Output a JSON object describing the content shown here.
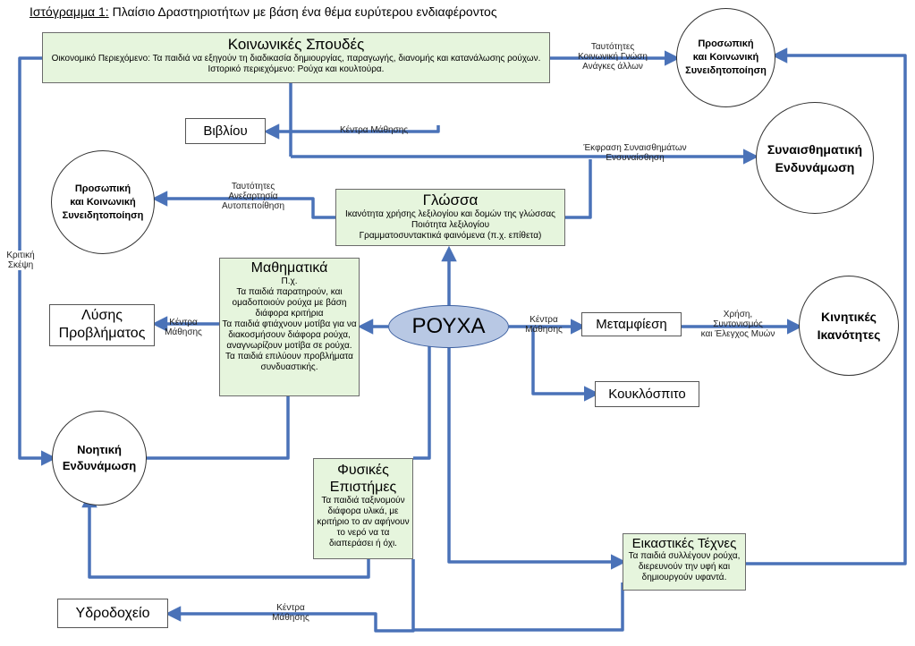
{
  "title": {
    "prefix": "Ιστόγραμμα 1:",
    "text": " Πλαίσιο Δραστηριοτήτων με βάση ένα θέμα ευρύτερου ενδιαφέροντος"
  },
  "colors": {
    "wire": "#4a72b8",
    "green_box": "#e6f5dd",
    "center": "#b8c8e4"
  },
  "center": "ΡΟΥΧΑ",
  "nodes": {
    "social": {
      "title": "Κοινωνικές Σπουδές",
      "line1": "Οικονομικό Περιεχόμενο: Τα παιδιά να εξηγούν τη διαδικασία δημιουργίας, παραγωγής, διανομής και κατανάλωσης ρούχων.",
      "line2": "Ιστορικό περιεχόμενο: Ρούχα και κουλτούρα."
    },
    "language": {
      "title": "Γλώσσα",
      "line1": "Ικανότητα χρήσης λεξιλογίου και δομών της γλώσσας",
      "line2": "Ποιότητα λεξιλογίου",
      "line3": "Γραμματοσυντακτικά φαινόμενα (π.χ. επίθετα)"
    },
    "math": {
      "title": "Μαθηματικά",
      "line1": "Π.χ.",
      "line2": "Τα παιδιά παρατηρούν, και ομαδοποιούν ρούχα με βάση διάφορα κριτήρια",
      "line3": "Τα παιδιά φτιάχνουν μοτίβα για να διακοσμήσουν διάφορα ρούχα, αναγνωρίζουν μοτίβα σε ρούχα.",
      "line4": "Τα παιδιά επιλύουν προβλήματα συνδυαστικής."
    },
    "science": {
      "title1": "Φυσικές",
      "title2": "Επιστήμες",
      "line1": "Τα παιδιά ταξινομούν διάφορα υλικά, με κριτήριο το αν αφήνουν το νερό να τα διαπεράσει ή όχι."
    },
    "arts": {
      "title": "Εικαστικές Τέχνες",
      "line1": "Τα παιδιά συλλέγουν ρούχα, διερευνούν την υφή και δημιουργούν υφαντά."
    },
    "book": "Βιβλίου",
    "problem_line1": "Λύσης",
    "problem_line2": "Προβλήματος",
    "costume": "Μεταμφίεση",
    "puppet": "Κουκλόσπιτο",
    "water": "Υδροδοχείο"
  },
  "circles": {
    "personal_awareness": {
      "line1": "Προσωπική",
      "line2": "και Κοινωνική",
      "line3": "Συνειδητοποίηση"
    },
    "emotional": {
      "line1": "Συναισθηματική",
      "line2": "Ενδυνάμωση"
    },
    "personal_social": {
      "line1": "Προσωπική",
      "line2": "και Κοινωνική",
      "line3": "Συνειδητοποίηση"
    },
    "motor": {
      "line1": "Κινητικές",
      "line2": "Ικανότητες"
    },
    "cognitive": {
      "line1": "Νοητική",
      "line2": "Ενδυνάμωση"
    }
  },
  "labels": {
    "identity_top": {
      "l1": "Ταυτότητες",
      "l2": "Κοινωνική Γνώση",
      "l3": "Ανάγκες άλλων"
    },
    "learning_centers_top": "Κέντρα Μάθησης",
    "expression": {
      "l1": "Έκφραση Συναισθημάτων",
      "l2": "Ενσυναίσθηση"
    },
    "identity_left": {
      "l1": "Ταυτότητες",
      "l2": "Ανεξαρτησία",
      "l3": "Αυτοπεποίθηση"
    },
    "critical": {
      "l1": "Κριτική",
      "l2": "Σκέψη"
    },
    "centers_math": {
      "l1": "Κέντρα",
      "l2": "Μάθησης"
    },
    "centers_center": {
      "l1": "Κέντρα",
      "l2": "Μάθησης"
    },
    "usage": {
      "l1": "Χρήση,",
      "l2": "Συντονισμός",
      "l3": "και Έλεγχος Μυών"
    },
    "centers_bottom": {
      "l1": "Κέντρα",
      "l2": "Μάθησης"
    }
  }
}
